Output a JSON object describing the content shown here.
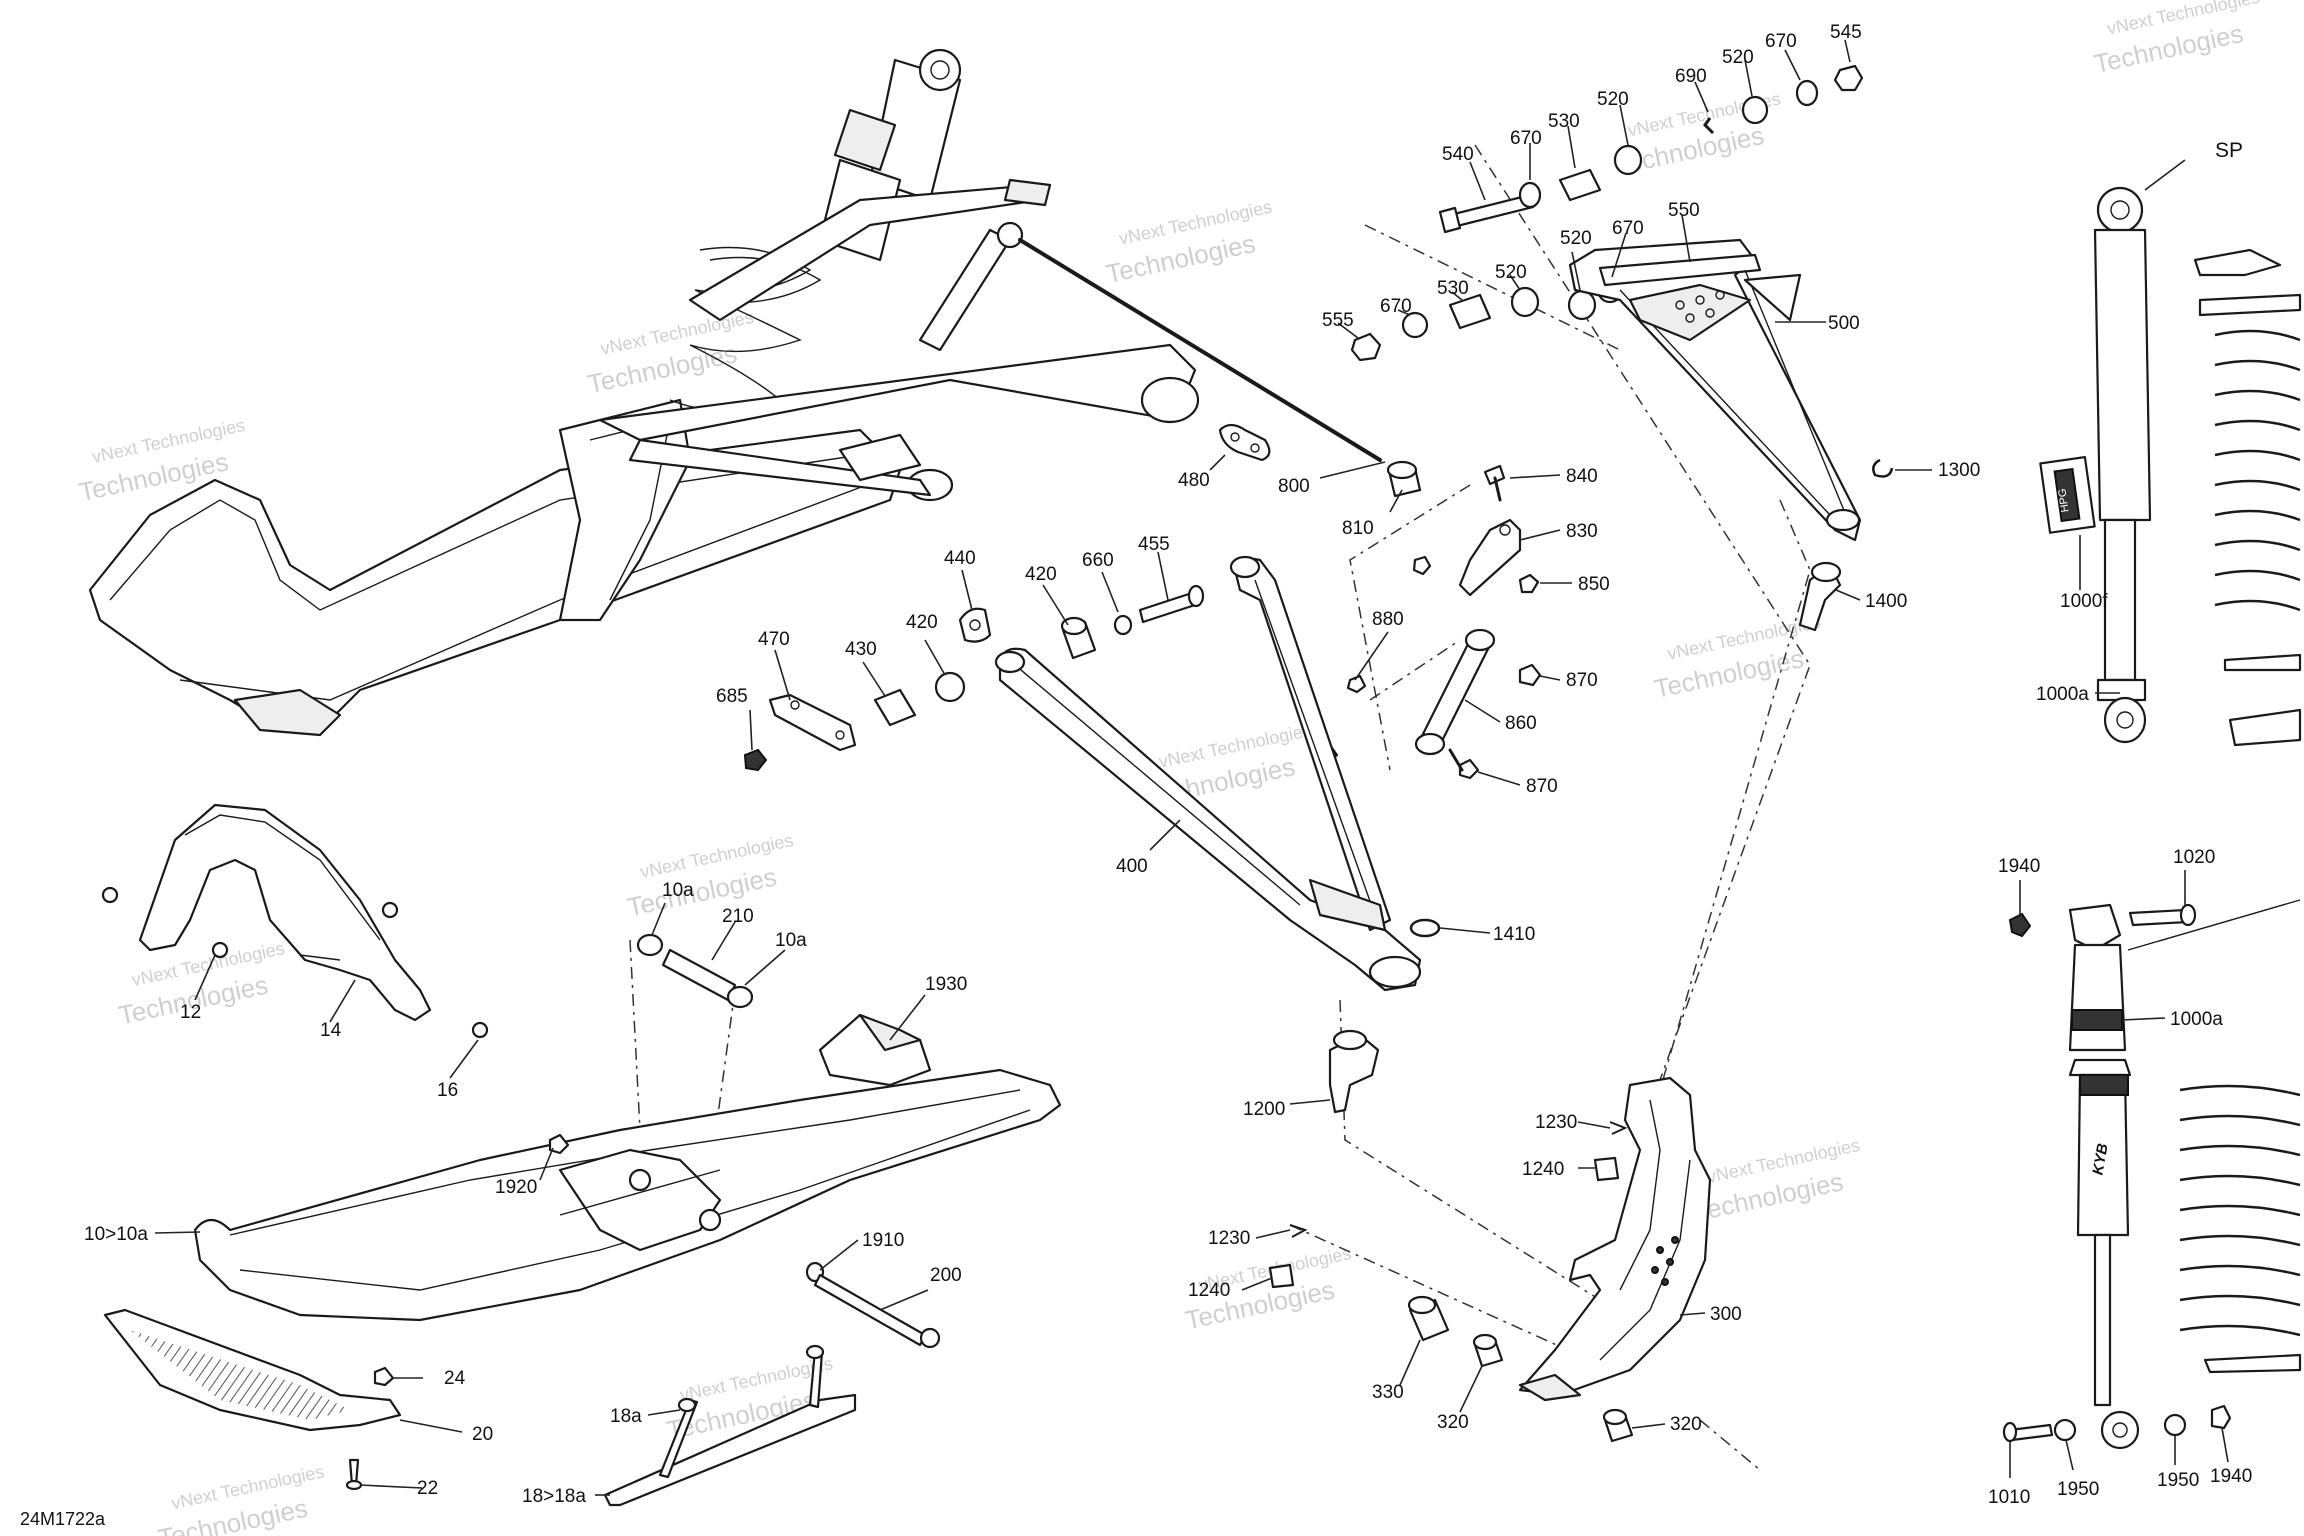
{
  "figure_code": "24M1722a",
  "watermark": {
    "line1": "vNext Technologies",
    "line2": "Technologies"
  },
  "callouts": {
    "c545": "545",
    "c670a": "670",
    "c520a": "520",
    "c690": "690",
    "c540": "540",
    "c670b": "670",
    "c530a": "530",
    "c520b": "520",
    "c555": "555",
    "c670c": "670",
    "c530b": "530",
    "c520c": "520",
    "c520d": "520",
    "c670d": "670",
    "c550": "550",
    "c500": "500",
    "c1300": "1300",
    "c1400": "1400",
    "c840": "840",
    "c830": "830",
    "c850": "850",
    "c880": "880",
    "c870a": "870",
    "c860": "860",
    "c870b": "870",
    "c480": "480",
    "c800": "800",
    "c810": "810",
    "c440": "440",
    "c420a": "420",
    "c660": "660",
    "c455": "455",
    "c470": "470",
    "c430": "430",
    "c420b": "420",
    "c685": "685",
    "c400": "400",
    "c1410": "1410",
    "c1200": "1200",
    "c1230a": "1230",
    "c1240a": "1240",
    "c1230b": "1230",
    "c1240b": "1240",
    "c300": "300",
    "c330": "330",
    "c320a": "320",
    "c320b": "320",
    "c12": "12",
    "c14": "14",
    "c16": "16",
    "c10a_top": "10a",
    "c210": "210",
    "c10a_right": "10a",
    "c1930": "1930",
    "c1920": "1920",
    "c10to10a": "10>10a",
    "c1910": "1910",
    "c200": "200",
    "c24": "24",
    "c20": "20",
    "c22": "22",
    "c18a": "18a",
    "c18to18a": "18>18a",
    "cSP": "SP",
    "c1000f": "1000f",
    "c1000a_top": "1000a",
    "c1940_top": "1940",
    "c1020": "1020",
    "c1000a_mid": "1000a",
    "c1010": "1010",
    "c1950a": "1950",
    "c1950b": "1950",
    "c1940_bottom": "1940"
  },
  "decals": {
    "hpg": "HPG",
    "kyb": "KYB"
  }
}
